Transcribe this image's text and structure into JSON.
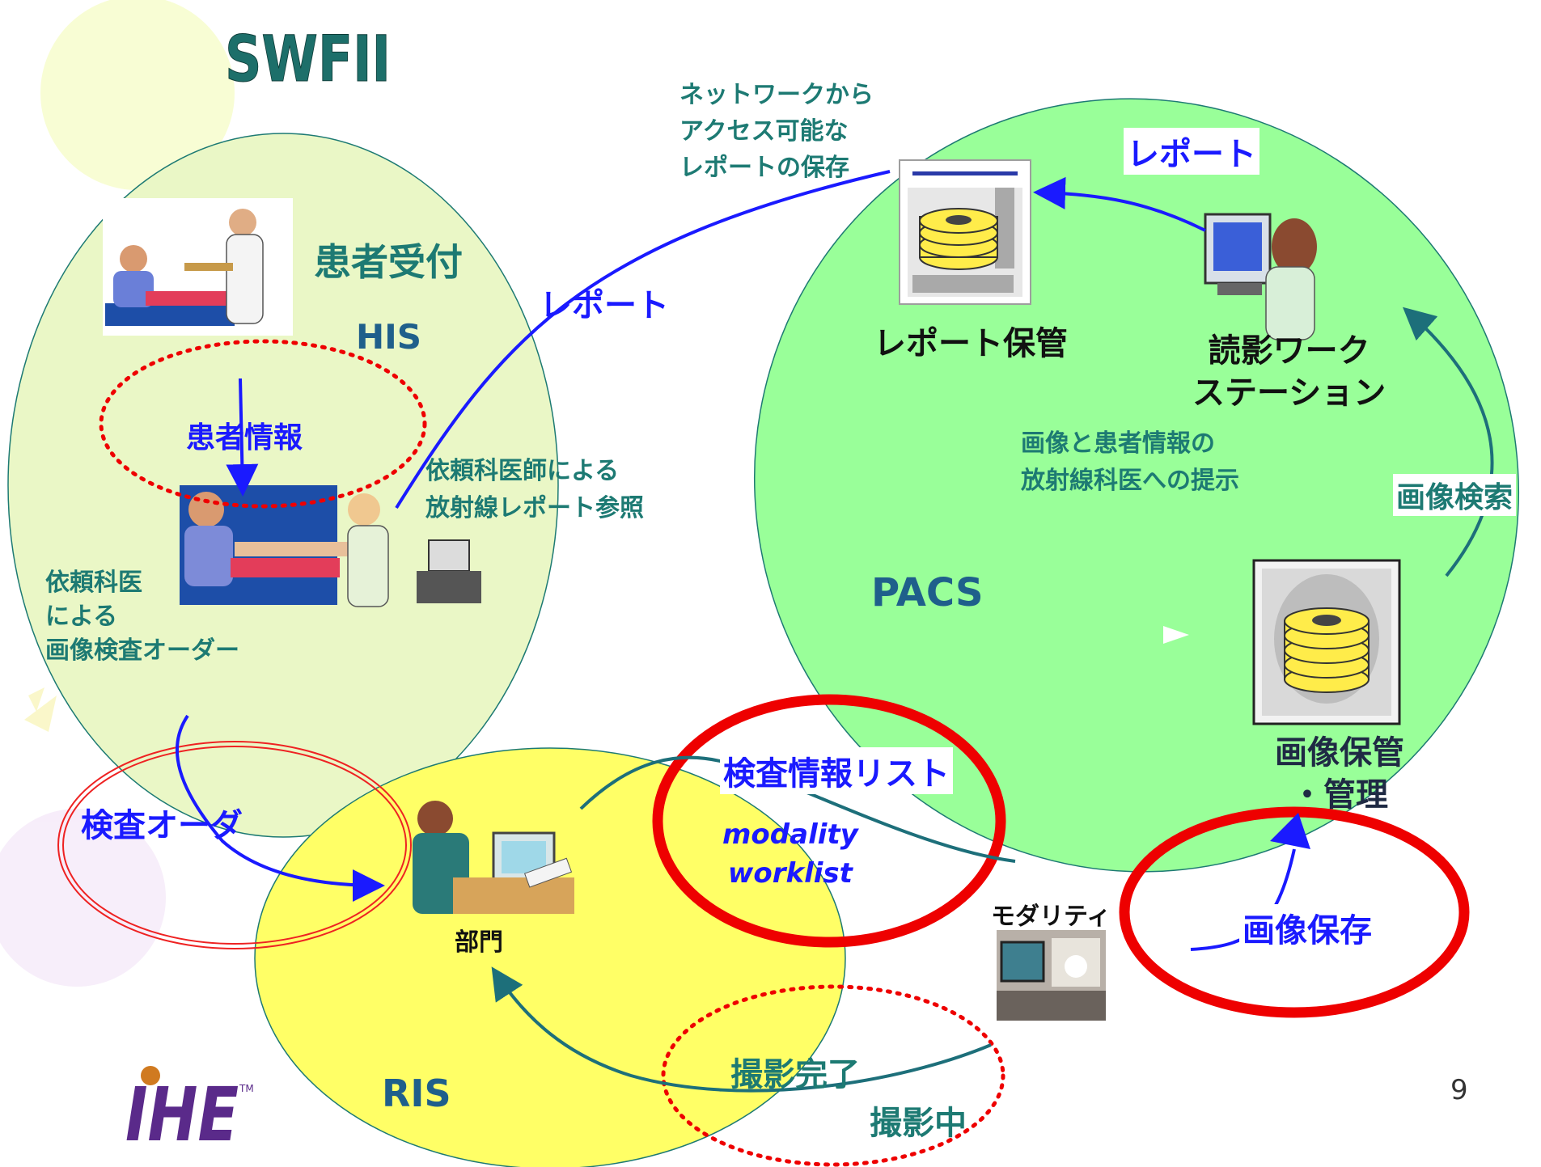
{
  "slide": {
    "title": "SWFII",
    "page_number": "9",
    "logo_text": "IHE"
  },
  "his": {
    "heading": "患者受付",
    "system": "HIS",
    "patient_info": "患者情報",
    "referral_view": "依頼科医師による\n放射線レポート参照",
    "order_note": "依頼科医\nによる\n画像検査オーダー"
  },
  "ris": {
    "system": "RIS",
    "department": "部門",
    "exam_order": "検査オーダ"
  },
  "pacs": {
    "system": "PACS",
    "report_storage": "レポート保管",
    "reading_ws": "読影ワーク\nステーション",
    "presentation": "画像と患者情報の\n放射線科医への提示",
    "image_archive": "画像保管\n・管理",
    "image_query": "画像検索",
    "report_label": "レポート"
  },
  "flows": {
    "report_network": "ネットワークから\nアクセス可能な\nレポートの保存",
    "report_to_his": "レポート",
    "worklist_jp": "検査情報リスト",
    "worklist_en": "modality\nworklist",
    "image_store": "画像保存",
    "exam_complete": "撮影完了",
    "exam_in_progress": "撮影中"
  },
  "modality": {
    "label": "モダリティ"
  },
  "colors": {
    "his_fill": "#eaf7c6",
    "ris_fill": "#ffff66",
    "pacs_fill": "#99ff99",
    "highlight_red": "#ee0000",
    "arrow_blue": "#1a1aff",
    "arrow_teal": "#1d6f7a"
  }
}
